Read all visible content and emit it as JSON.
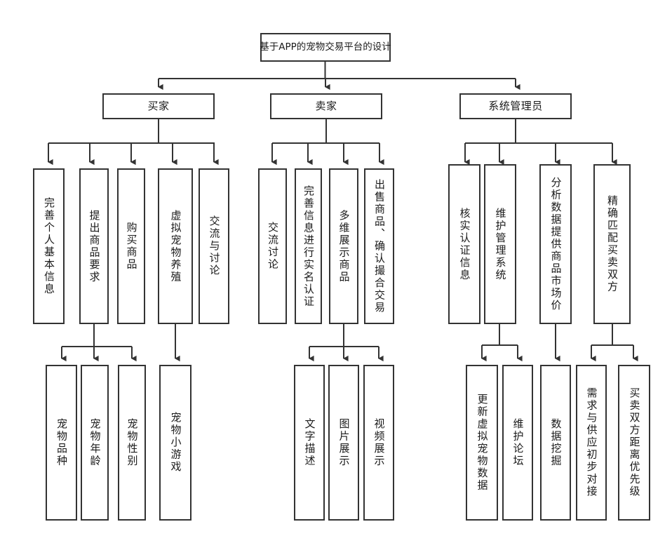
{
  "diagram": {
    "title": "基于APP的宠物交易平台的设计",
    "stroke_color": "#333333",
    "background_color": "#ffffff",
    "text_color": "#1a1a1a"
  },
  "nodes": {
    "root": {
      "label": "基于APP的宠物交易平台的设计"
    },
    "level2": [
      {
        "id": "buyer",
        "label": "买家"
      },
      {
        "id": "seller",
        "label": "卖家"
      },
      {
        "id": "admin",
        "label": "系统管理员"
      }
    ],
    "buyer_children": [
      {
        "id": "b1",
        "label": "完善个人基本信息"
      },
      {
        "id": "b2",
        "label": "提出商品要求"
      },
      {
        "id": "b3",
        "label": "购买商品"
      },
      {
        "id": "b4",
        "label": "虚拟宠物养殖"
      },
      {
        "id": "b5",
        "label": "交流与讨论"
      }
    ],
    "seller_children": [
      {
        "id": "s1",
        "label": "交流讨论"
      },
      {
        "id": "s2",
        "label": "完善信息进行实名认证"
      },
      {
        "id": "s3",
        "label": "多维展示商品"
      },
      {
        "id": "s4",
        "label": "出售商品、确认撮合交易"
      }
    ],
    "admin_children": [
      {
        "id": "a1",
        "label": "核实认证信息"
      },
      {
        "id": "a2",
        "label": "维护管理系统"
      },
      {
        "id": "a3",
        "label": "分析数据提供商品市场价"
      },
      {
        "id": "a4",
        "label": "精确匹配买卖双方"
      }
    ],
    "leaves": [
      {
        "id": "l1",
        "label": "宠物品种",
        "parent": "b2"
      },
      {
        "id": "l2",
        "label": "宠物年龄",
        "parent": "b2"
      },
      {
        "id": "l3",
        "label": "宠物性别",
        "parent": "b2"
      },
      {
        "id": "l4",
        "label": "宠物小游戏",
        "parent": "b4"
      },
      {
        "id": "l5",
        "label": "文字描述",
        "parent": "s3"
      },
      {
        "id": "l6",
        "label": "图片展示",
        "parent": "s3"
      },
      {
        "id": "l7",
        "label": "视频展示",
        "parent": "s3"
      },
      {
        "id": "l8",
        "label": "更新虚拟宠物数据",
        "parent": "a2"
      },
      {
        "id": "l9",
        "label": "维护论坛",
        "parent": "a2"
      },
      {
        "id": "l10",
        "label": "数据挖掘",
        "parent": "a3"
      },
      {
        "id": "l11",
        "label": "需求与供应初步对接",
        "parent": "a4"
      },
      {
        "id": "l12",
        "label": "买卖双方距离优先级",
        "parent": "a4"
      }
    ]
  }
}
